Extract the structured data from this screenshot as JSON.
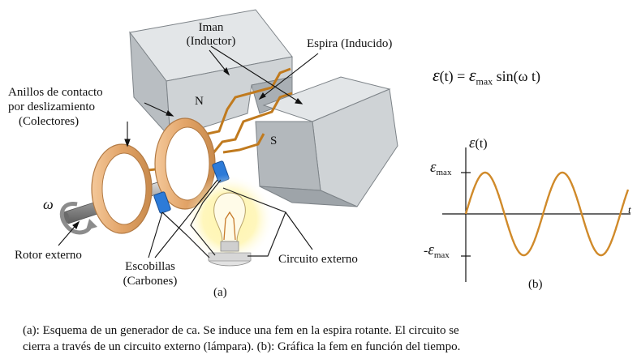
{
  "labels": {
    "iman": "Iman",
    "inductor": "(Inductor)",
    "espira": "Espira (Inducido)",
    "anillos_1": "Anillos de contacto",
    "anillos_2": "por deslizamiento",
    "anillos_3": "(Colectores)",
    "pole_n": "N",
    "pole_s": "S",
    "omega": "ω",
    "rotor": "Rotor externo",
    "escobillas_1": "Escobillas",
    "escobillas_2": "(Carbones)",
    "circuito": "Circuito externo",
    "panel_a": "(a)",
    "panel_b": "(b)"
  },
  "equation": {
    "lhs_symbol": "ε",
    "lhs_arg": "(t) = ",
    "rhs_symbol": "ε",
    "rhs_sub": "max",
    "rhs_func": " sin(ω t)"
  },
  "graph": {
    "y_symbol": "ε",
    "y_arg": "(t)",
    "max_symbol": "ε",
    "max_sub": "max",
    "min_prefix": "-",
    "min_symbol": "ε",
    "min_sub": "max",
    "x_label": "t",
    "cycles": 2.1,
    "curve_color": "#d08a2a"
  },
  "caption": {
    "line1": "(a): Esquema de un generador de ca. Se induce una fem en la espira rotante. El circuito se",
    "line2": "cierra a través de un circuito externo (lámpara). (b): Gráfica la fem en función del tiempo."
  },
  "colors": {
    "magnet": "#c9ced2",
    "ring": "#e6b079",
    "wire": "#c07a1e",
    "brush": "#2d7bd8"
  }
}
